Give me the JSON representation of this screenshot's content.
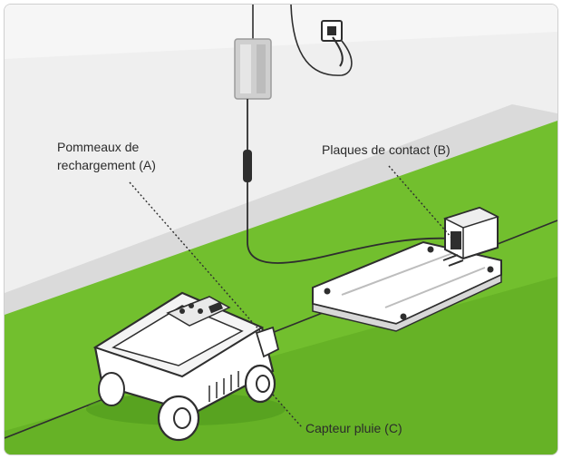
{
  "labels": {
    "charging_pins_line1": "Pommeaux de",
    "charging_pins_line2": "rechargement (A)",
    "contact_plates": "Plaques de contact (B)",
    "rain_sensor": "Capteur pluie (C)"
  },
  "colors": {
    "grass": "#72bf2e",
    "grass_dark": "#5ea822",
    "wall": "#efefef",
    "wall_base": "#e4e4e4",
    "outline": "#2e2e2e"
  },
  "icons": [
    "wall-power-socket-icon",
    "power-adapter-icon",
    "robot-mower-icon",
    "charging-station-icon"
  ]
}
